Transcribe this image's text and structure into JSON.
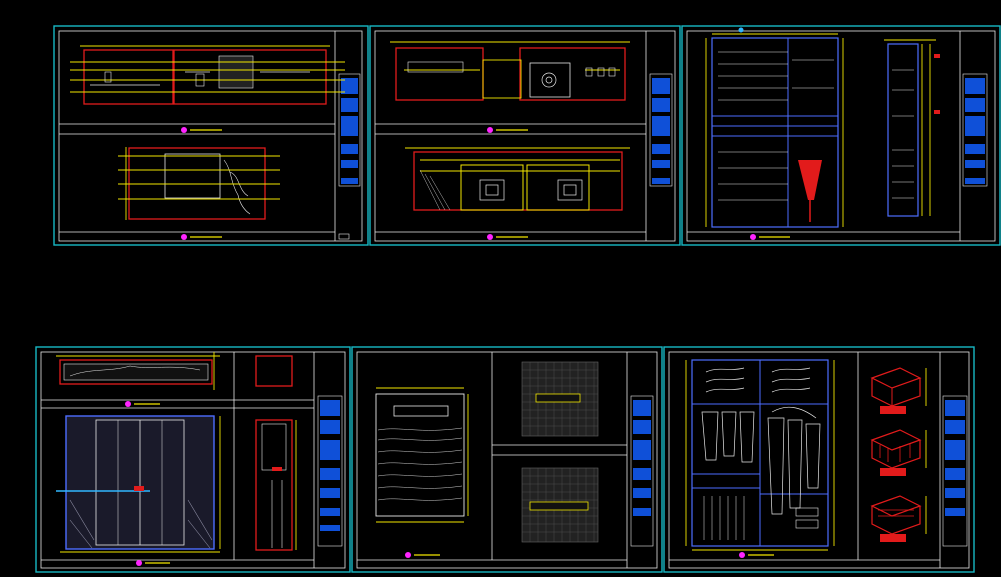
{
  "viewport": {
    "background": "#000000"
  },
  "colors": {
    "sheet_frame": "#17b8c4",
    "red_outline": "#e21b1b",
    "yellow_dimension": "#f2e600",
    "blue_titleblock": "#0f50d8",
    "white_line": "#e8e8e8",
    "magenta_marker": "#ff24ff"
  },
  "sheets": [
    {
      "id": "sheet-top-1",
      "content": [
        "wall-elevation-top",
        "wall-elevation-bottom"
      ]
    },
    {
      "id": "sheet-top-2",
      "content": [
        "cabinet-elevation-top",
        "cabinet-elevation-bottom"
      ]
    },
    {
      "id": "sheet-top-3",
      "content": [
        "wardrobe-front",
        "wardrobe-section"
      ]
    },
    {
      "id": "sheet-bottom-1",
      "content": [
        "plan-strip",
        "door-elevation",
        "side-detail"
      ]
    },
    {
      "id": "sheet-bottom-2",
      "content": [
        "bed-elevation",
        "grid-detail-top",
        "grid-detail-bottom"
      ]
    },
    {
      "id": "sheet-bottom-3",
      "content": [
        "wardrobe-interior",
        "3d-detail-1",
        "3d-detail-2",
        "3d-detail-3"
      ]
    }
  ],
  "titles": {
    "shown_as_text": false
  }
}
